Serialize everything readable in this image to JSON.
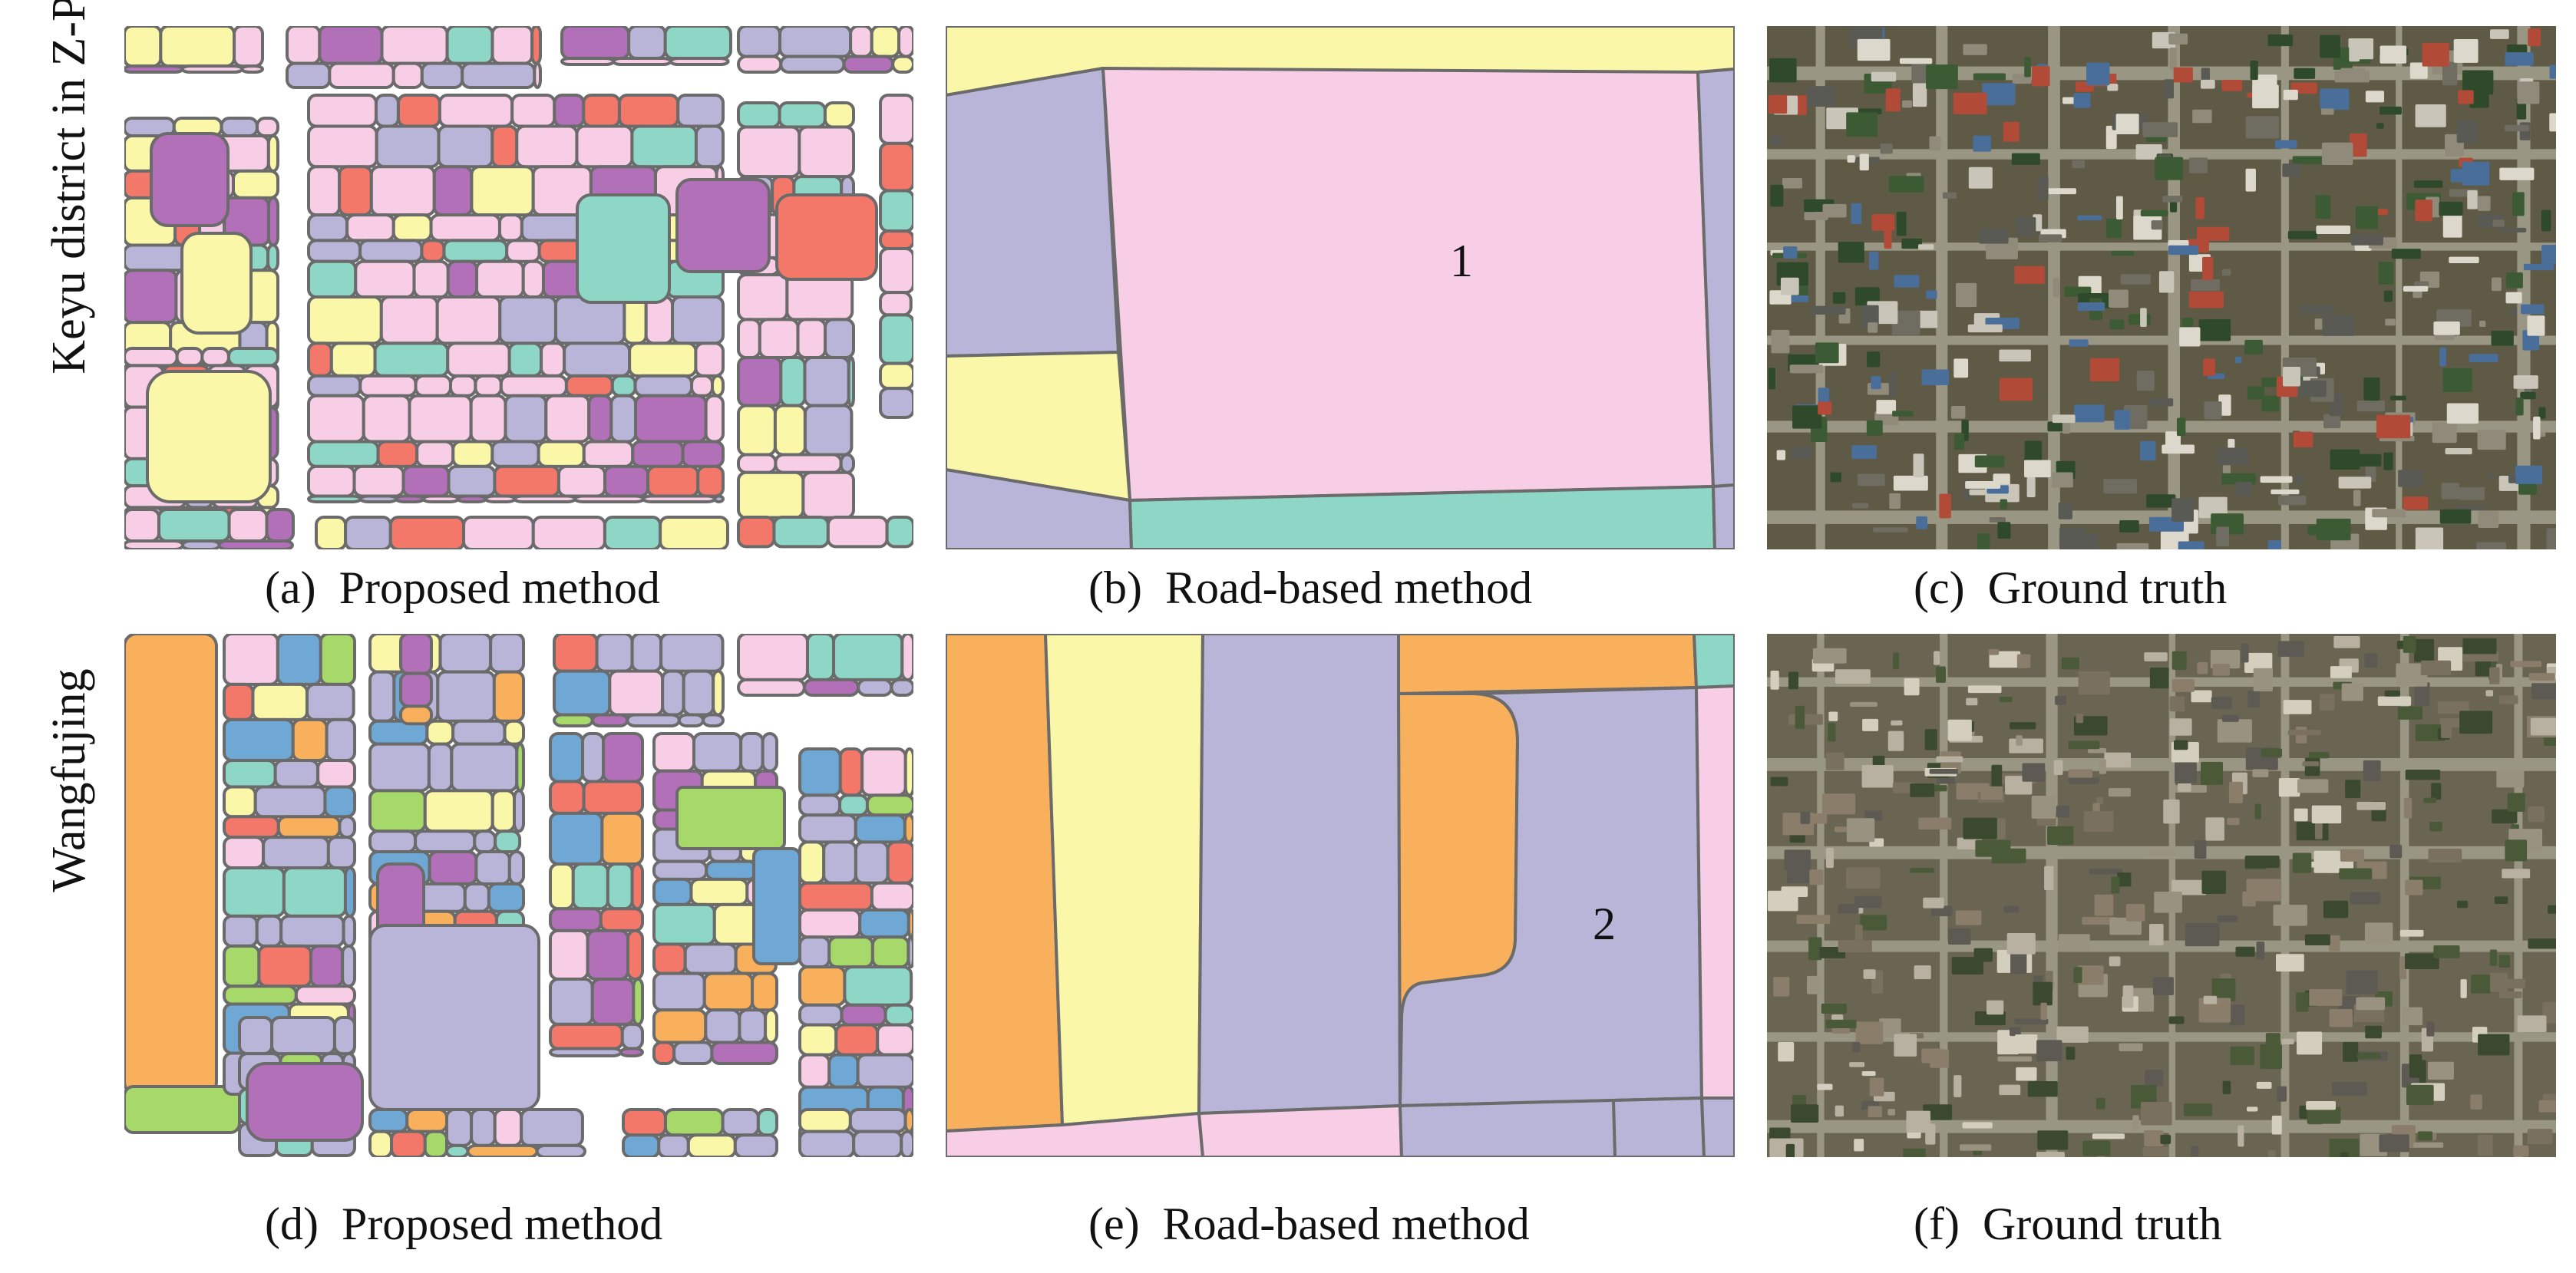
{
  "figure": {
    "row_labels": [
      "Keyu district in Z-Park",
      "Wangfujing"
    ],
    "panels": [
      {
        "id": "a",
        "caption": "(a)  Proposed method",
        "kind": "segmentation"
      },
      {
        "id": "b",
        "caption": "(b)  Road-based method",
        "kind": "road-blocks",
        "annotation": "1"
      },
      {
        "id": "c",
        "caption": "(c)  Ground truth",
        "kind": "satellite-image"
      },
      {
        "id": "d",
        "caption": "(d)  Proposed method",
        "kind": "segmentation"
      },
      {
        "id": "e",
        "caption": "(e)  Road-based method",
        "kind": "road-blocks",
        "annotation": "2"
      },
      {
        "id": "f",
        "caption": "(f)  Ground truth",
        "kind": "satellite-image"
      }
    ],
    "palette": {
      "pink": "#f8cde6",
      "lavender": "#b8b5d8",
      "yellow": "#fbf7a8",
      "teal": "#8ed6c6",
      "coral": "#f4786a",
      "purple": "#b170b8",
      "orange": "#f9b05c",
      "green": "#a6d96a",
      "blue": "#6fa8d4",
      "border": "#6b6b6b"
    }
  }
}
